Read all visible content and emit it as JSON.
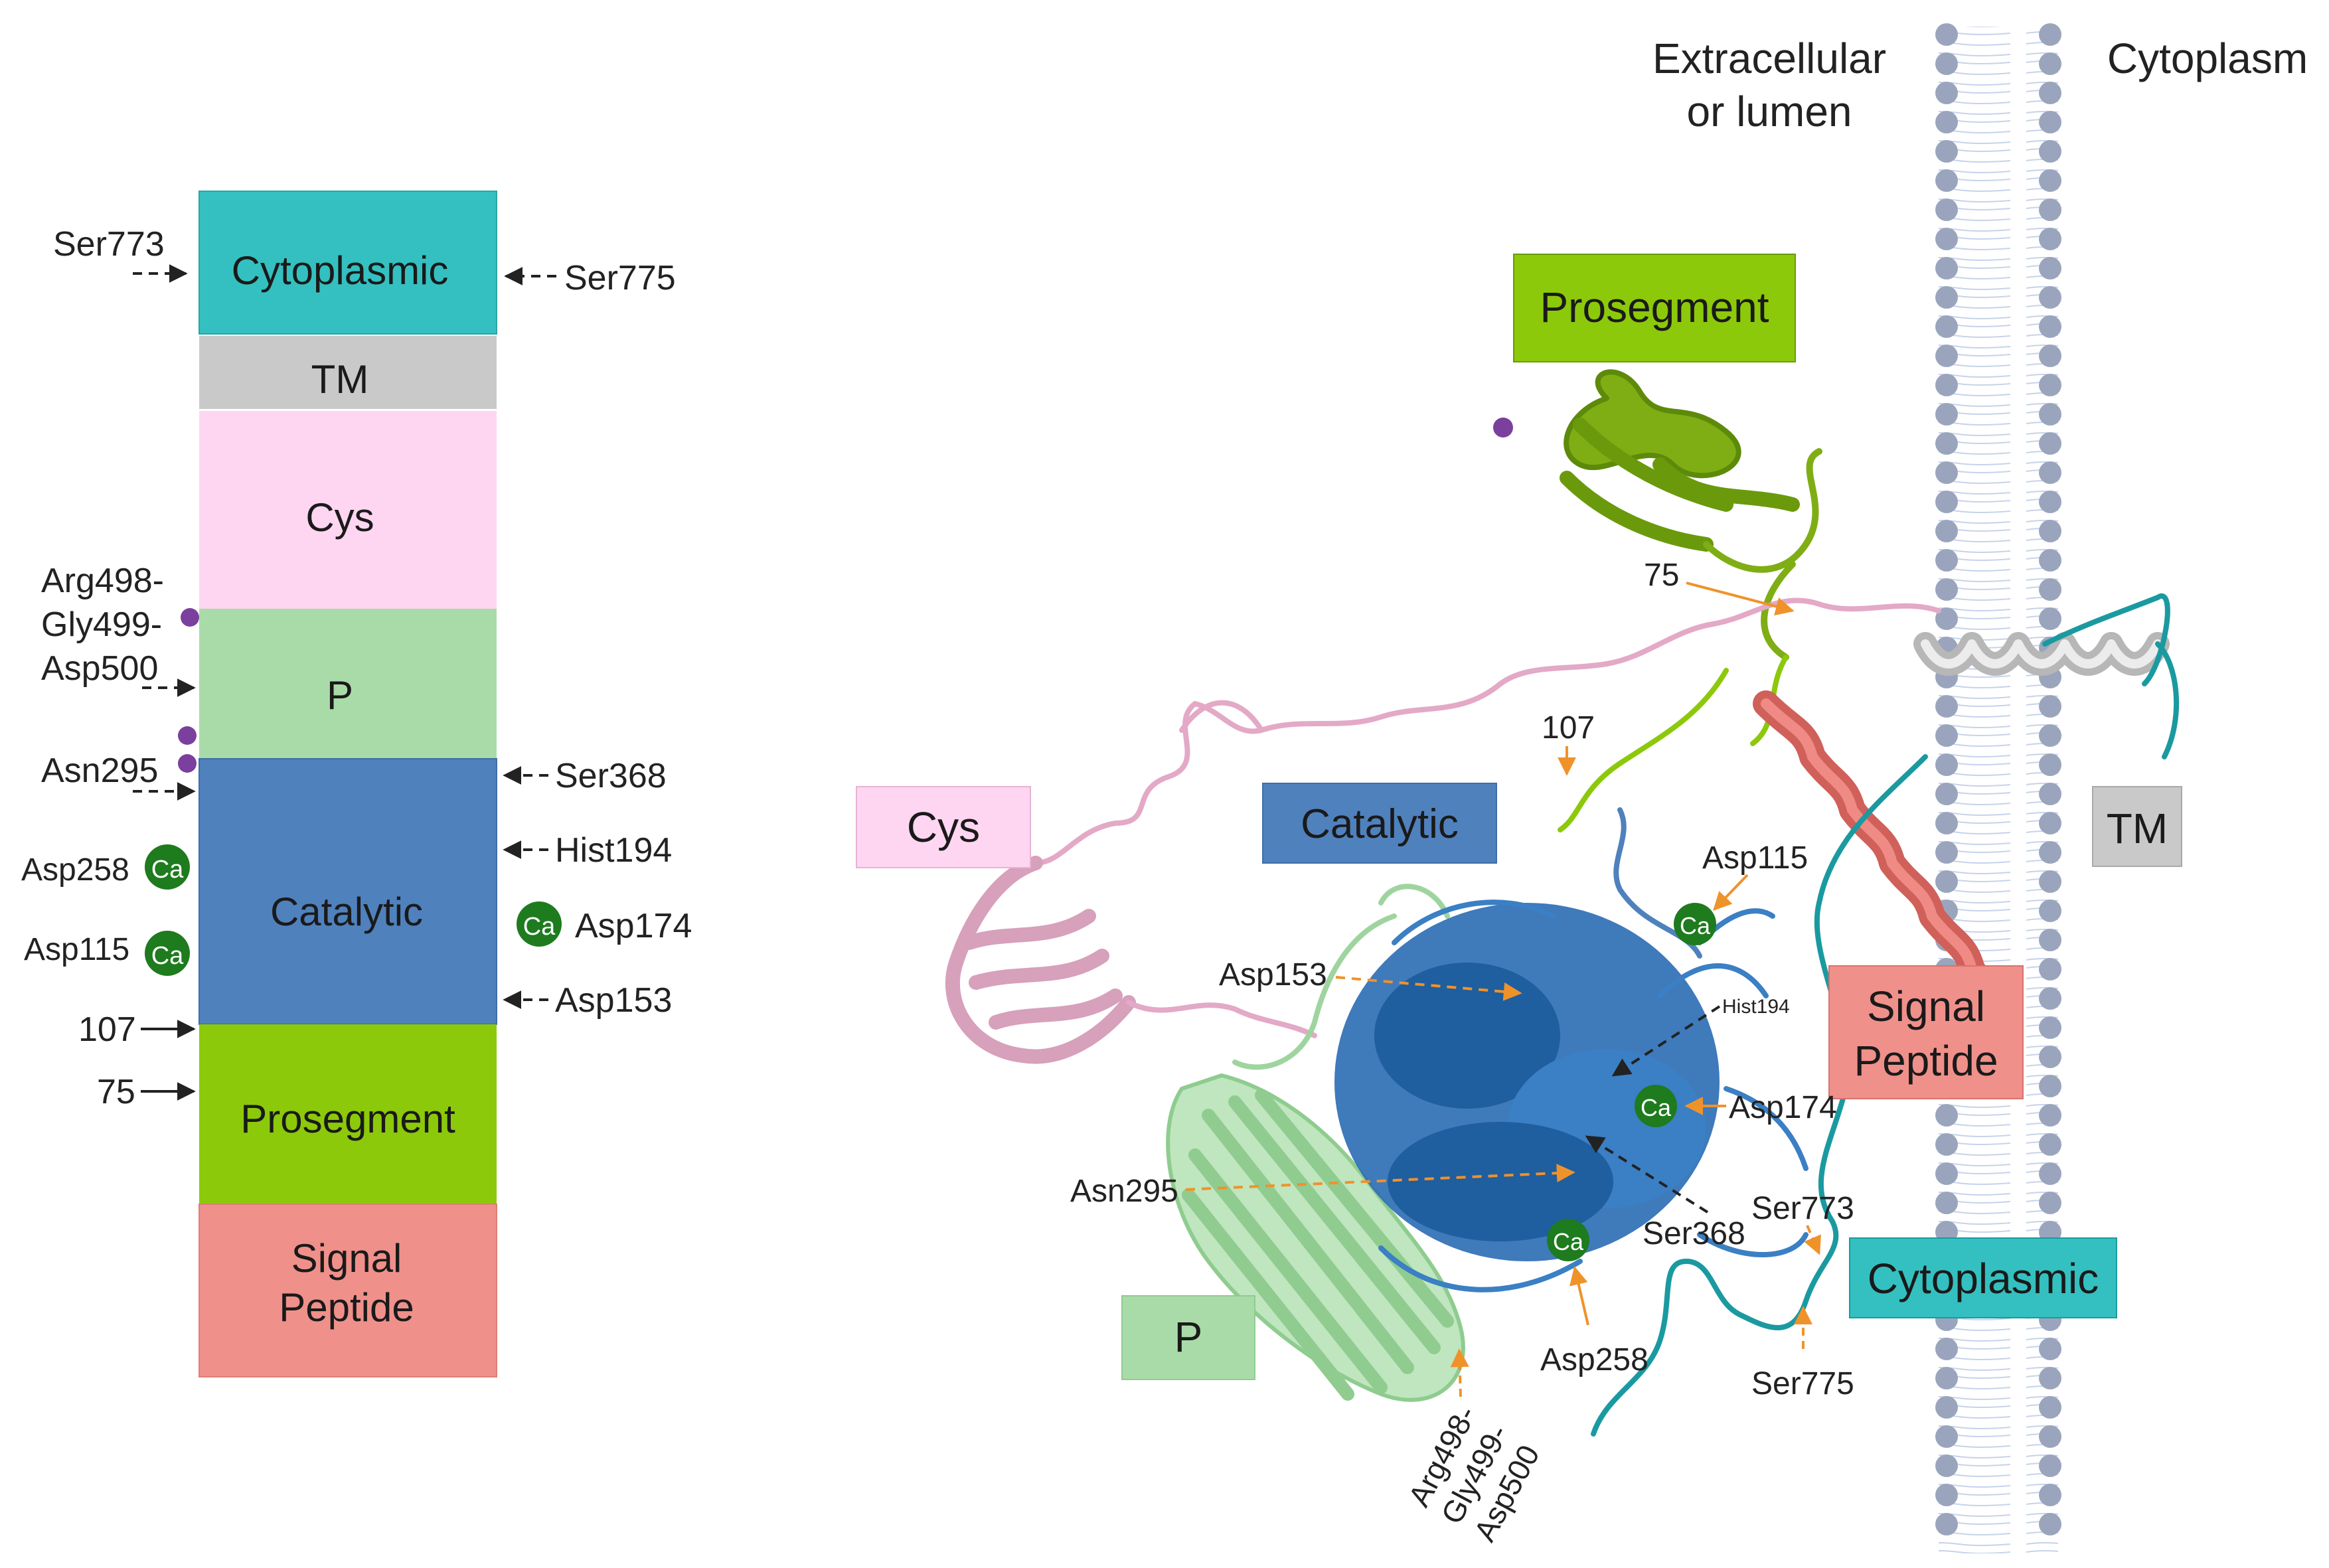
{
  "membrane": {
    "extracellular_line1": "Extracellular",
    "extracellular_line2": "or lumen",
    "cytoplasm": "Cytoplasm"
  },
  "colors": {
    "cytoplasmic": "#34c0c0",
    "tm": "#c9c9c9",
    "cys": "#ffd6f2",
    "p": "#a9dba9",
    "catalytic": "#4f81bd",
    "prosegment": "#8cc90a",
    "signal_peptide": "#f0908a",
    "calcium": "#1e7b1e",
    "rgd_dot": "#7b3f9e",
    "orange_arrow": "#f0922a"
  },
  "domain_bar": {
    "cytoplasmic": "Cytoplasmic",
    "tm": "TM",
    "cys": "Cys",
    "p": "P",
    "catalytic": "Catalytic",
    "prosegment": "Prosegment",
    "signal_line1": "Signal",
    "signal_line2": "Peptide"
  },
  "bar_annotations": {
    "ser773": "Ser773",
    "ser775": "Ser775",
    "rgd_line1": "Arg498-",
    "rgd_line2": "Gly499-",
    "rgd_line3": "Asp500",
    "asn295": "Asn295",
    "ser368": "Ser368",
    "hist194": "Hist194",
    "asp258": "Asp258",
    "asp174": "Asp174",
    "asp115": "Asp115",
    "asp153": "Asp153",
    "res107": "107",
    "res75": "75",
    "ca": "Ca"
  },
  "structure_labels": {
    "prosegment": "Prosegment",
    "cys": "Cys",
    "catalytic": "Catalytic",
    "tm": "TM",
    "signal_line1": "Signal",
    "signal_line2": "Peptide",
    "cytoplasmic": "Cytoplasmic",
    "p": "P"
  },
  "structure_annotations": {
    "res75": "75",
    "res107": "107",
    "asp115": "Asp115",
    "asp153": "Asp153",
    "hist194": "Hist194",
    "asp174": "Asp174",
    "asn295": "Asn295",
    "ser368": "Ser368",
    "ser773": "Ser773",
    "asp258": "Asp258",
    "ser775": "Ser775",
    "rgd_line1": "Arg498-",
    "rgd_line2": "Gly499-",
    "rgd_line3": "Asp500",
    "ca": "Ca"
  }
}
